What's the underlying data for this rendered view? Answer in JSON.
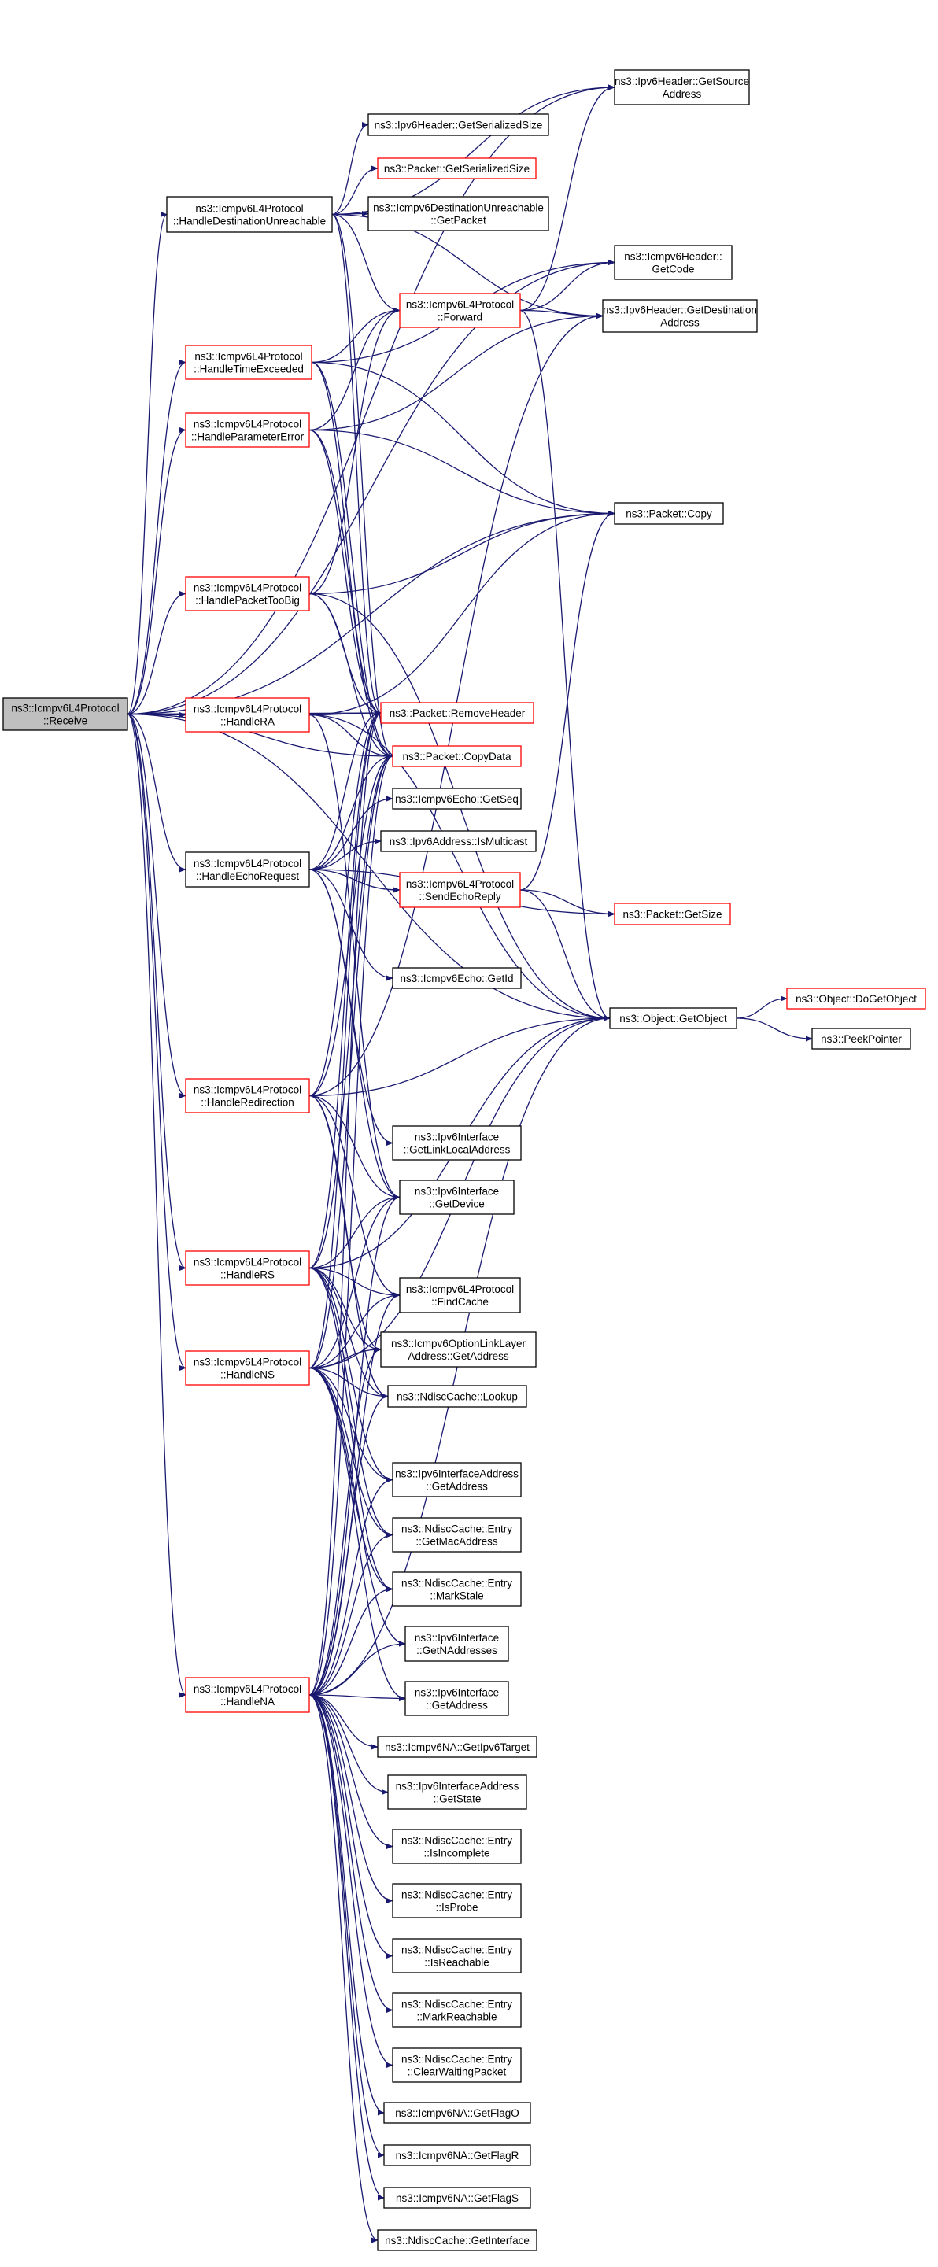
{
  "colors": {
    "edge": "#191970",
    "node_border": "#000000",
    "node_border_incomplete": "#ff0000",
    "root_fill": "#bfbfbf",
    "node_fill": "#ffffff"
  },
  "root": "receive",
  "nodes": [
    {
      "id": "receive",
      "lines": [
        "ns3::Icmpv6L4Protocol",
        "::Receive"
      ]
    },
    {
      "id": "src_addr",
      "lines": [
        "ns3::Ipv6Header::GetSource",
        "Address"
      ]
    },
    {
      "id": "ipv6_ser",
      "lines": [
        "ns3::Ipv6Header::GetSerializedSize"
      ]
    },
    {
      "id": "pkt_ser",
      "lines": [
        "ns3::Packet::GetSerializedSize"
      ]
    },
    {
      "id": "handle_du",
      "lines": [
        "ns3::Icmpv6L4Protocol",
        "::HandleDestinationUnreachable"
      ]
    },
    {
      "id": "du_getpacket",
      "lines": [
        "ns3::Icmpv6DestinationUnreachable",
        "::GetPacket"
      ]
    },
    {
      "id": "icmp_getcode",
      "lines": [
        "ns3::Icmpv6Header::",
        "GetCode"
      ]
    },
    {
      "id": "forward",
      "lines": [
        "ns3::Icmpv6L4Protocol",
        "::Forward"
      ]
    },
    {
      "id": "dst_addr",
      "lines": [
        "ns3::Ipv6Header::GetDestination",
        "Address"
      ]
    },
    {
      "id": "handle_te",
      "lines": [
        "ns3::Icmpv6L4Protocol",
        "::HandleTimeExceeded"
      ]
    },
    {
      "id": "handle_pe",
      "lines": [
        "ns3::Icmpv6L4Protocol",
        "::HandleParameterError"
      ]
    },
    {
      "id": "pkt_copy",
      "lines": [
        "ns3::Packet::Copy"
      ]
    },
    {
      "id": "handle_ptb",
      "lines": [
        "ns3::Icmpv6L4Protocol",
        "::HandlePacketTooBig"
      ]
    },
    {
      "id": "handle_ra",
      "lines": [
        "ns3::Icmpv6L4Protocol",
        "::HandleRA"
      ]
    },
    {
      "id": "remove_header",
      "lines": [
        "ns3::Packet::RemoveHeader"
      ]
    },
    {
      "id": "copy_data",
      "lines": [
        "ns3::Packet::CopyData"
      ]
    },
    {
      "id": "echo_seq",
      "lines": [
        "ns3::Icmpv6Echo::GetSeq"
      ]
    },
    {
      "id": "is_multicast",
      "lines": [
        "ns3::Ipv6Address::IsMulticast"
      ]
    },
    {
      "id": "handle_echo",
      "lines": [
        "ns3::Icmpv6L4Protocol",
        "::HandleEchoRequest"
      ]
    },
    {
      "id": "send_echo",
      "lines": [
        "ns3::Icmpv6L4Protocol",
        "::SendEchoReply"
      ]
    },
    {
      "id": "pkt_size",
      "lines": [
        "ns3::Packet::GetSize"
      ]
    },
    {
      "id": "echo_id",
      "lines": [
        "ns3::Icmpv6Echo::GetId"
      ]
    },
    {
      "id": "get_object",
      "lines": [
        "ns3::Object::GetObject"
      ]
    },
    {
      "id": "do_get_object",
      "lines": [
        "ns3::Object::DoGetObject"
      ]
    },
    {
      "id": "peek_pointer",
      "lines": [
        "ns3::PeekPointer"
      ]
    },
    {
      "id": "handle_redirect",
      "lines": [
        "ns3::Icmpv6L4Protocol",
        "::HandleRedirection"
      ]
    },
    {
      "id": "link_local",
      "lines": [
        "ns3::Ipv6Interface",
        "::GetLinkLocalAddress"
      ]
    },
    {
      "id": "get_device",
      "lines": [
        "ns3::Ipv6Interface",
        "::GetDevice"
      ]
    },
    {
      "id": "handle_rs",
      "lines": [
        "ns3::Icmpv6L4Protocol",
        "::HandleRS"
      ]
    },
    {
      "id": "find_cache",
      "lines": [
        "ns3::Icmpv6L4Protocol",
        "::FindCache"
      ]
    },
    {
      "id": "opt_ll_addr",
      "lines": [
        "ns3::Icmpv6OptionLinkLayer",
        "Address::GetAddress"
      ]
    },
    {
      "id": "handle_ns",
      "lines": [
        "ns3::Icmpv6L4Protocol",
        "::HandleNS"
      ]
    },
    {
      "id": "lookup",
      "lines": [
        "ns3::NdiscCache::Lookup"
      ]
    },
    {
      "id": "ifaddr_getaddr",
      "lines": [
        "ns3::Ipv6InterfaceAddress",
        "::GetAddress"
      ]
    },
    {
      "id": "entry_mac",
      "lines": [
        "ns3::NdiscCache::Entry",
        "::GetMacAddress"
      ]
    },
    {
      "id": "entry_stale",
      "lines": [
        "ns3::NdiscCache::Entry",
        "::MarkStale"
      ]
    },
    {
      "id": "get_naddr",
      "lines": [
        "ns3::Ipv6Interface",
        "::GetNAddresses"
      ]
    },
    {
      "id": "handle_na",
      "lines": [
        "ns3::Icmpv6L4Protocol",
        "::HandleNA"
      ]
    },
    {
      "id": "iface_getaddr",
      "lines": [
        "ns3::Ipv6Interface",
        "::GetAddress"
      ]
    },
    {
      "id": "na_target",
      "lines": [
        "ns3::Icmpv6NA::GetIpv6Target"
      ]
    },
    {
      "id": "ifaddr_state",
      "lines": [
        "ns3::Ipv6InterfaceAddress",
        "::GetState"
      ]
    },
    {
      "id": "entry_incomplete",
      "lines": [
        "ns3::NdiscCache::Entry",
        "::IsIncomplete"
      ]
    },
    {
      "id": "entry_probe",
      "lines": [
        "ns3::NdiscCache::Entry",
        "::IsProbe"
      ]
    },
    {
      "id": "entry_reachable",
      "lines": [
        "ns3::NdiscCache::Entry",
        "::IsReachable"
      ]
    },
    {
      "id": "entry_markreach",
      "lines": [
        "ns3::NdiscCache::Entry",
        "::MarkReachable"
      ]
    },
    {
      "id": "entry_clearwait",
      "lines": [
        "ns3::NdiscCache::Entry",
        "::ClearWaitingPacket"
      ]
    },
    {
      "id": "flag_o",
      "lines": [
        "ns3::Icmpv6NA::GetFlagO"
      ]
    },
    {
      "id": "flag_r",
      "lines": [
        "ns3::Icmpv6NA::GetFlagR"
      ]
    },
    {
      "id": "flag_s",
      "lines": [
        "ns3::Icmpv6NA::GetFlagS"
      ]
    },
    {
      "id": "get_interface",
      "lines": [
        "ns3::NdiscCache::GetInterface"
      ]
    }
  ],
  "red_bordered": [
    "pkt_ser",
    "forward",
    "handle_te",
    "handle_pe",
    "handle_ptb",
    "handle_ra",
    "remove_header",
    "copy_data",
    "send_echo",
    "pkt_size",
    "do_get_object",
    "handle_redirect",
    "handle_rs",
    "handle_ns",
    "handle_na"
  ],
  "edges": [
    [
      "receive",
      "handle_du"
    ],
    [
      "receive",
      "src_addr"
    ],
    [
      "receive",
      "icmp_getcode"
    ],
    [
      "receive",
      "handle_te"
    ],
    [
      "receive",
      "handle_pe"
    ],
    [
      "receive",
      "pkt_copy"
    ],
    [
      "receive",
      "handle_ptb"
    ],
    [
      "receive",
      "handle_ra"
    ],
    [
      "receive",
      "remove_header"
    ],
    [
      "receive",
      "copy_data"
    ],
    [
      "receive",
      "handle_echo"
    ],
    [
      "receive",
      "get_object"
    ],
    [
      "receive",
      "handle_redirect"
    ],
    [
      "receive",
      "handle_rs"
    ],
    [
      "receive",
      "handle_ns"
    ],
    [
      "receive",
      "handle_na"
    ],
    [
      "handle_du",
      "ipv6_ser"
    ],
    [
      "handle_du",
      "pkt_ser"
    ],
    [
      "handle_du",
      "du_getpacket"
    ],
    [
      "handle_du",
      "forward"
    ],
    [
      "handle_du",
      "dst_addr"
    ],
    [
      "handle_du",
      "remove_header"
    ],
    [
      "handle_du",
      "copy_data"
    ],
    [
      "handle_du",
      "src_addr"
    ],
    [
      "forward",
      "src_addr"
    ],
    [
      "forward",
      "icmp_getcode"
    ],
    [
      "forward",
      "dst_addr"
    ],
    [
      "forward",
      "get_object"
    ],
    [
      "handle_te",
      "icmp_getcode"
    ],
    [
      "handle_te",
      "forward"
    ],
    [
      "handle_te",
      "pkt_copy"
    ],
    [
      "handle_te",
      "remove_header"
    ],
    [
      "handle_te",
      "copy_data"
    ],
    [
      "handle_pe",
      "forward"
    ],
    [
      "handle_pe",
      "dst_addr"
    ],
    [
      "handle_pe",
      "pkt_copy"
    ],
    [
      "handle_pe",
      "remove_header"
    ],
    [
      "handle_pe",
      "copy_data"
    ],
    [
      "handle_ptb",
      "forward"
    ],
    [
      "handle_ptb",
      "pkt_copy"
    ],
    [
      "handle_ptb",
      "remove_header"
    ],
    [
      "handle_ptb",
      "copy_data"
    ],
    [
      "handle_ptb",
      "get_object"
    ],
    [
      "handle_ra",
      "pkt_copy"
    ],
    [
      "handle_ra",
      "remove_header"
    ],
    [
      "handle_ra",
      "copy_data"
    ],
    [
      "handle_ra",
      "get_object"
    ],
    [
      "handle_ra",
      "get_device"
    ],
    [
      "handle_echo",
      "remove_header"
    ],
    [
      "handle_echo",
      "copy_data"
    ],
    [
      "handle_echo",
      "echo_seq"
    ],
    [
      "handle_echo",
      "is_multicast"
    ],
    [
      "handle_echo",
      "send_echo"
    ],
    [
      "handle_echo",
      "pkt_size"
    ],
    [
      "handle_echo",
      "echo_id"
    ],
    [
      "handle_echo",
      "link_local"
    ],
    [
      "handle_echo",
      "get_device"
    ],
    [
      "send_echo",
      "pkt_copy"
    ],
    [
      "send_echo",
      "pkt_size"
    ],
    [
      "send_echo",
      "get_object"
    ],
    [
      "get_object",
      "do_get_object"
    ],
    [
      "get_object",
      "peek_pointer"
    ],
    [
      "handle_redirect",
      "remove_header"
    ],
    [
      "handle_redirect",
      "copy_data"
    ],
    [
      "handle_redirect",
      "get_object"
    ],
    [
      "handle_redirect",
      "get_device"
    ],
    [
      "handle_redirect",
      "find_cache"
    ],
    [
      "handle_redirect",
      "opt_ll_addr"
    ],
    [
      "handle_redirect",
      "lookup"
    ],
    [
      "handle_redirect",
      "dst_addr"
    ],
    [
      "handle_rs",
      "remove_header"
    ],
    [
      "handle_rs",
      "copy_data"
    ],
    [
      "handle_rs",
      "get_object"
    ],
    [
      "handle_rs",
      "get_device"
    ],
    [
      "handle_rs",
      "find_cache"
    ],
    [
      "handle_rs",
      "opt_ll_addr"
    ],
    [
      "handle_rs",
      "lookup"
    ],
    [
      "handle_rs",
      "entry_mac"
    ],
    [
      "handle_rs",
      "entry_stale"
    ],
    [
      "handle_rs",
      "ifaddr_getaddr"
    ],
    [
      "handle_ns",
      "remove_header"
    ],
    [
      "handle_ns",
      "copy_data"
    ],
    [
      "handle_ns",
      "get_device"
    ],
    [
      "handle_ns",
      "find_cache"
    ],
    [
      "handle_ns",
      "opt_ll_addr"
    ],
    [
      "handle_ns",
      "lookup"
    ],
    [
      "handle_ns",
      "ifaddr_getaddr"
    ],
    [
      "handle_ns",
      "entry_mac"
    ],
    [
      "handle_ns",
      "entry_stale"
    ],
    [
      "handle_ns",
      "get_naddr"
    ],
    [
      "handle_ns",
      "iface_getaddr"
    ],
    [
      "handle_ns",
      "get_object"
    ],
    [
      "handle_na",
      "remove_header"
    ],
    [
      "handle_na",
      "copy_data"
    ],
    [
      "handle_na",
      "get_device"
    ],
    [
      "handle_na",
      "find_cache"
    ],
    [
      "handle_na",
      "opt_ll_addr"
    ],
    [
      "handle_na",
      "lookup"
    ],
    [
      "handle_na",
      "ifaddr_getaddr"
    ],
    [
      "handle_na",
      "entry_mac"
    ],
    [
      "handle_na",
      "entry_stale"
    ],
    [
      "handle_na",
      "get_naddr"
    ],
    [
      "handle_na",
      "iface_getaddr"
    ],
    [
      "handle_na",
      "na_target"
    ],
    [
      "handle_na",
      "ifaddr_state"
    ],
    [
      "handle_na",
      "entry_incomplete"
    ],
    [
      "handle_na",
      "entry_probe"
    ],
    [
      "handle_na",
      "entry_reachable"
    ],
    [
      "handle_na",
      "entry_markreach"
    ],
    [
      "handle_na",
      "entry_clearwait"
    ],
    [
      "handle_na",
      "flag_o"
    ],
    [
      "handle_na",
      "flag_r"
    ],
    [
      "handle_na",
      "flag_s"
    ],
    [
      "handle_na",
      "get_interface"
    ],
    [
      "handle_na",
      "get_object"
    ]
  ]
}
